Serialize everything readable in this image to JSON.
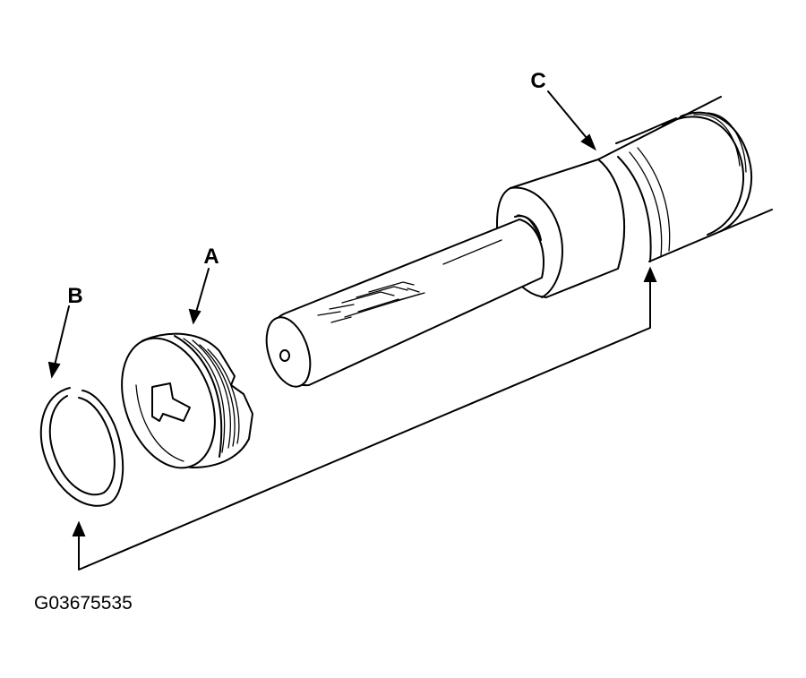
{
  "labels": {
    "a": "A",
    "b": "B",
    "c": "C"
  },
  "figure_code": "G03675535",
  "colors": {
    "line": "#000000",
    "background": "#ffffff"
  }
}
